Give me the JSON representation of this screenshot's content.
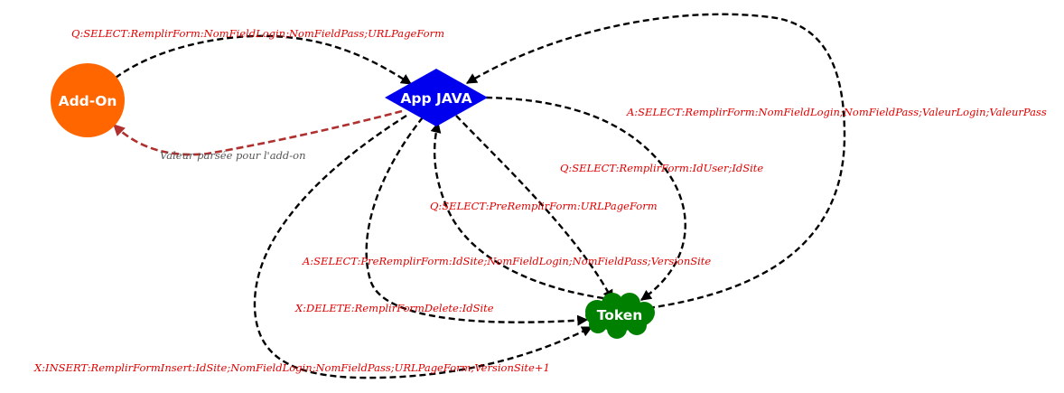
{
  "nodes": {
    "addon": {
      "label": "Add-On",
      "color": "#ff6600"
    },
    "appjava": {
      "label": "App JAVA",
      "color": "#0000ee"
    },
    "token": {
      "label": "Token",
      "color": "#008000"
    }
  },
  "edges": {
    "addon_to_app": "Q:SELECT:RemplirForm:NomFieldLogin;NomFieldPass;URLPageForm",
    "app_to_addon": "Valeur parsée pour l'add-on",
    "token_to_app_a": "A:SELECT:RemplirForm:NomFieldLogin;NomFieldPass;ValeurLogin;ValeurPass",
    "app_to_token_q1": "Q:SELECT:RemplirForm:IdUser;IdSite",
    "app_to_token_q2": "Q:SELECT:PreRemplirForm:URLPageForm",
    "token_to_app_a2": "A:SELECT:PreRemplirForm:IdSite;NomFieldLogin;NomFieldPass;VersionSite",
    "app_to_token_delete": "X:DELETE:RemplirFormDelete:IdSite",
    "app_to_token_insert": "X:INSERT:RemplirFormInsert:IdSite;NomFieldLogin;NomFieldPass;URLPageForm;VersionSite+1"
  },
  "colors": {
    "edge": "#000000",
    "return_edge": "#b03030",
    "edge_label": "#e00000",
    "return_label": "#555555"
  }
}
